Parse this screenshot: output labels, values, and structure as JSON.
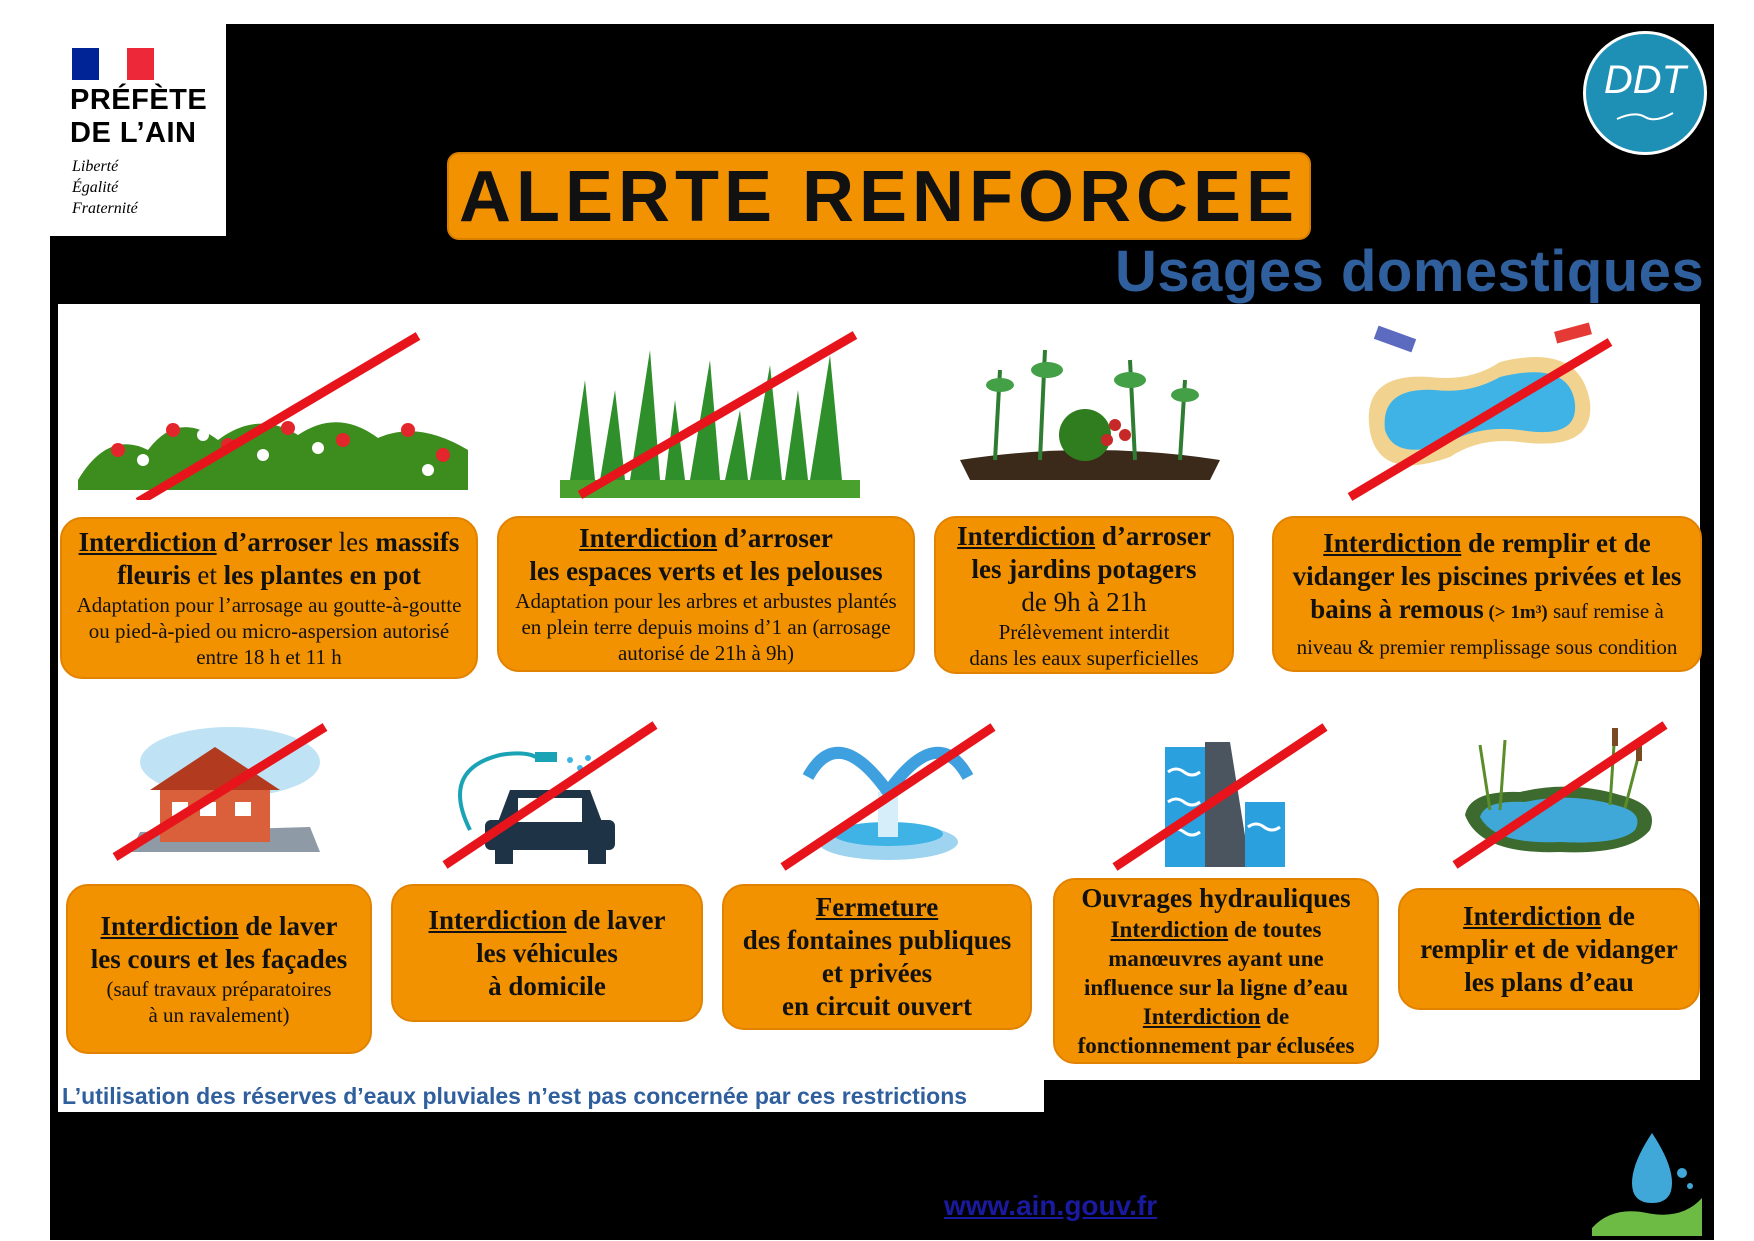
{
  "header": {
    "logo_title_line1": "PRÉFÈTE",
    "logo_title_line2": "DE L’AIN",
    "motto_line1": "Liberté",
    "motto_line2": "Égalité",
    "motto_line3": "Fraternité",
    "ddt_text": "DDT",
    "banner": "ALERTE RENFORCEE",
    "subtitle": "Usages domestiques"
  },
  "colors": {
    "orange": "#f39200",
    "blue": "#2f5f9d",
    "red_cross": "#e8141c",
    "flag_blue": "#002395",
    "flag_red": "#ed2939"
  },
  "cards": {
    "massifs": {
      "keyword": "Interdiction",
      "text1": " d’arroser ",
      "text2": "les",
      "text3": " massifs fleuris ",
      "text4": "et",
      "text5": " les plantes en pot",
      "note": "Adaptation pour l’arrosage au goutte-à-goutte ou pied-à-pied ou micro-aspersion autorisé entre 18 h et 11 h"
    },
    "espaces": {
      "keyword": "Interdiction",
      "text1": " d’arroser",
      "line2": "les espaces verts et les pelouses",
      "note": "Adaptation pour les arbres et arbustes plantés en plein terre depuis moins d’1 an (arrosage autorisé de 21h à 9h)"
    },
    "potagers": {
      "keyword": "Interdiction",
      "text1": " d’arroser",
      "line2": "les jardins potagers",
      "line3": "de 9h à 21h",
      "note1": "Prélèvement interdit",
      "note2": "dans les eaux superficielles"
    },
    "piscines": {
      "keyword": "Interdiction",
      "text1": " de remplir et de vidanger les piscines privées et les bains à remous",
      "text2": " (> 1m³)",
      "note": " sauf remise à niveau & premier remplissage sous condition"
    },
    "cours": {
      "keyword": "Interdiction",
      "text1": " de laver",
      "line2": "les cours et les façades",
      "note1": "(sauf travaux préparatoires",
      "note2": "à un ravalement)"
    },
    "vehicules": {
      "keyword": "Interdiction",
      "text1": " de laver",
      "line2": "les véhicules",
      "line3": "à domicile"
    },
    "fontaines": {
      "keyword": "Fermeture",
      "line2": "des fontaines publiques",
      "line3": "et privées",
      "line4": "en circuit ouvert"
    },
    "ouvrages": {
      "title": "Ouvrages hydrauliques",
      "keyword": "Interdiction",
      "text1": " de toutes",
      "line2": "manœuvres ayant une",
      "line3": "influence sur la ligne d’eau",
      "keyword2": "Interdiction",
      "text2": " de",
      "line4": "fonctionnement par éclusées"
    },
    "plans": {
      "keyword": "Interdiction",
      "text1": " de",
      "line2": "remplir et de vidanger",
      "line3": "les plans d’eau"
    }
  },
  "footer": {
    "note": "L’utilisation des réserves d’eaux pluviales n’est pas concernée par ces restrictions",
    "website": "www.ain.gouv.fr"
  }
}
